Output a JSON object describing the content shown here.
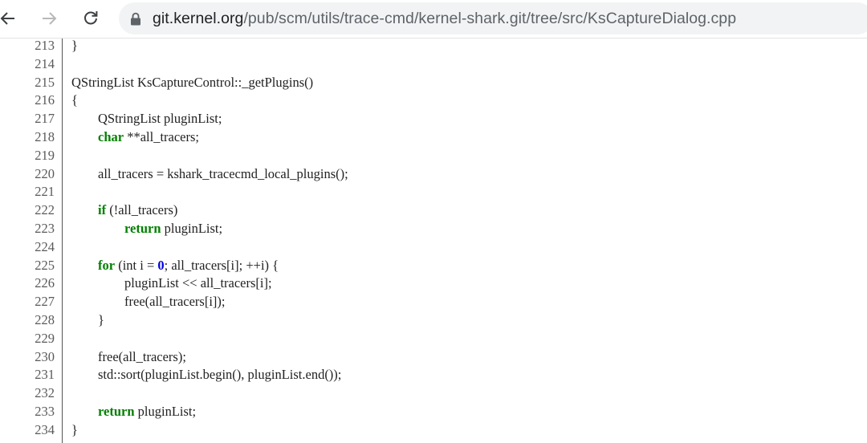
{
  "browser": {
    "back_icon": "back-arrow-icon",
    "forward_icon": "forward-arrow-icon",
    "reload_icon": "reload-icon",
    "lock_icon": "lock-icon",
    "url_host": "git.kernel.org",
    "url_path": "/pub/scm/utils/trace-cmd/kernel-shark.git/tree/src/KsCaptureDialog.cpp"
  },
  "code": {
    "lines": [
      {
        "n": "213",
        "tokens": [
          {
            "t": "}",
            "c": "txt"
          }
        ]
      },
      {
        "n": "214",
        "tokens": []
      },
      {
        "n": "215",
        "tokens": [
          {
            "t": "QStringList KsCaptureControl::_getPlugins()",
            "c": "txt"
          }
        ]
      },
      {
        "n": "216",
        "tokens": [
          {
            "t": "{",
            "c": "txt"
          }
        ]
      },
      {
        "n": "217",
        "tokens": [
          {
            "t": "        QStringList pluginList;",
            "c": "txt"
          }
        ]
      },
      {
        "n": "218",
        "tokens": [
          {
            "t": "        ",
            "c": "txt"
          },
          {
            "t": "char",
            "c": "kw"
          },
          {
            "t": " **all_tracers;",
            "c": "txt"
          }
        ]
      },
      {
        "n": "219",
        "tokens": []
      },
      {
        "n": "220",
        "tokens": [
          {
            "t": "        all_tracers = kshark_tracecmd_local_plugins();",
            "c": "txt"
          }
        ]
      },
      {
        "n": "221",
        "tokens": []
      },
      {
        "n": "222",
        "tokens": [
          {
            "t": "        ",
            "c": "txt"
          },
          {
            "t": "if",
            "c": "kw"
          },
          {
            "t": " (!all_tracers)",
            "c": "txt"
          }
        ]
      },
      {
        "n": "223",
        "tokens": [
          {
            "t": "                ",
            "c": "txt"
          },
          {
            "t": "return",
            "c": "kw"
          },
          {
            "t": " pluginList;",
            "c": "txt"
          }
        ]
      },
      {
        "n": "224",
        "tokens": []
      },
      {
        "n": "225",
        "tokens": [
          {
            "t": "        ",
            "c": "txt"
          },
          {
            "t": "for",
            "c": "kw"
          },
          {
            "t": " (int i = ",
            "c": "txt"
          },
          {
            "t": "0",
            "c": "num"
          },
          {
            "t": "; all_tracers[i]; ++i) {",
            "c": "txt"
          }
        ]
      },
      {
        "n": "226",
        "tokens": [
          {
            "t": "                pluginList << all_tracers[i];",
            "c": "txt"
          }
        ]
      },
      {
        "n": "227",
        "tokens": [
          {
            "t": "                free(all_tracers[i]);",
            "c": "txt"
          }
        ]
      },
      {
        "n": "228",
        "tokens": [
          {
            "t": "        }",
            "c": "txt"
          }
        ]
      },
      {
        "n": "229",
        "tokens": []
      },
      {
        "n": "230",
        "tokens": [
          {
            "t": "        free(all_tracers);",
            "c": "txt"
          }
        ]
      },
      {
        "n": "231",
        "tokens": [
          {
            "t": "        std::sort(pluginList.begin(), pluginList.end());",
            "c": "txt"
          }
        ]
      },
      {
        "n": "232",
        "tokens": []
      },
      {
        "n": "233",
        "tokens": [
          {
            "t": "        ",
            "c": "txt"
          },
          {
            "t": "return",
            "c": "kw"
          },
          {
            "t": " pluginList;",
            "c": "txt"
          }
        ]
      },
      {
        "n": "234",
        "tokens": [
          {
            "t": "}",
            "c": "txt"
          }
        ]
      }
    ]
  },
  "colors": {
    "keyword": "#008000",
    "number": "#0000dd",
    "text": "#222222",
    "line_number": "#5a5a5a",
    "omnibox_bg": "#f1f3f4"
  }
}
